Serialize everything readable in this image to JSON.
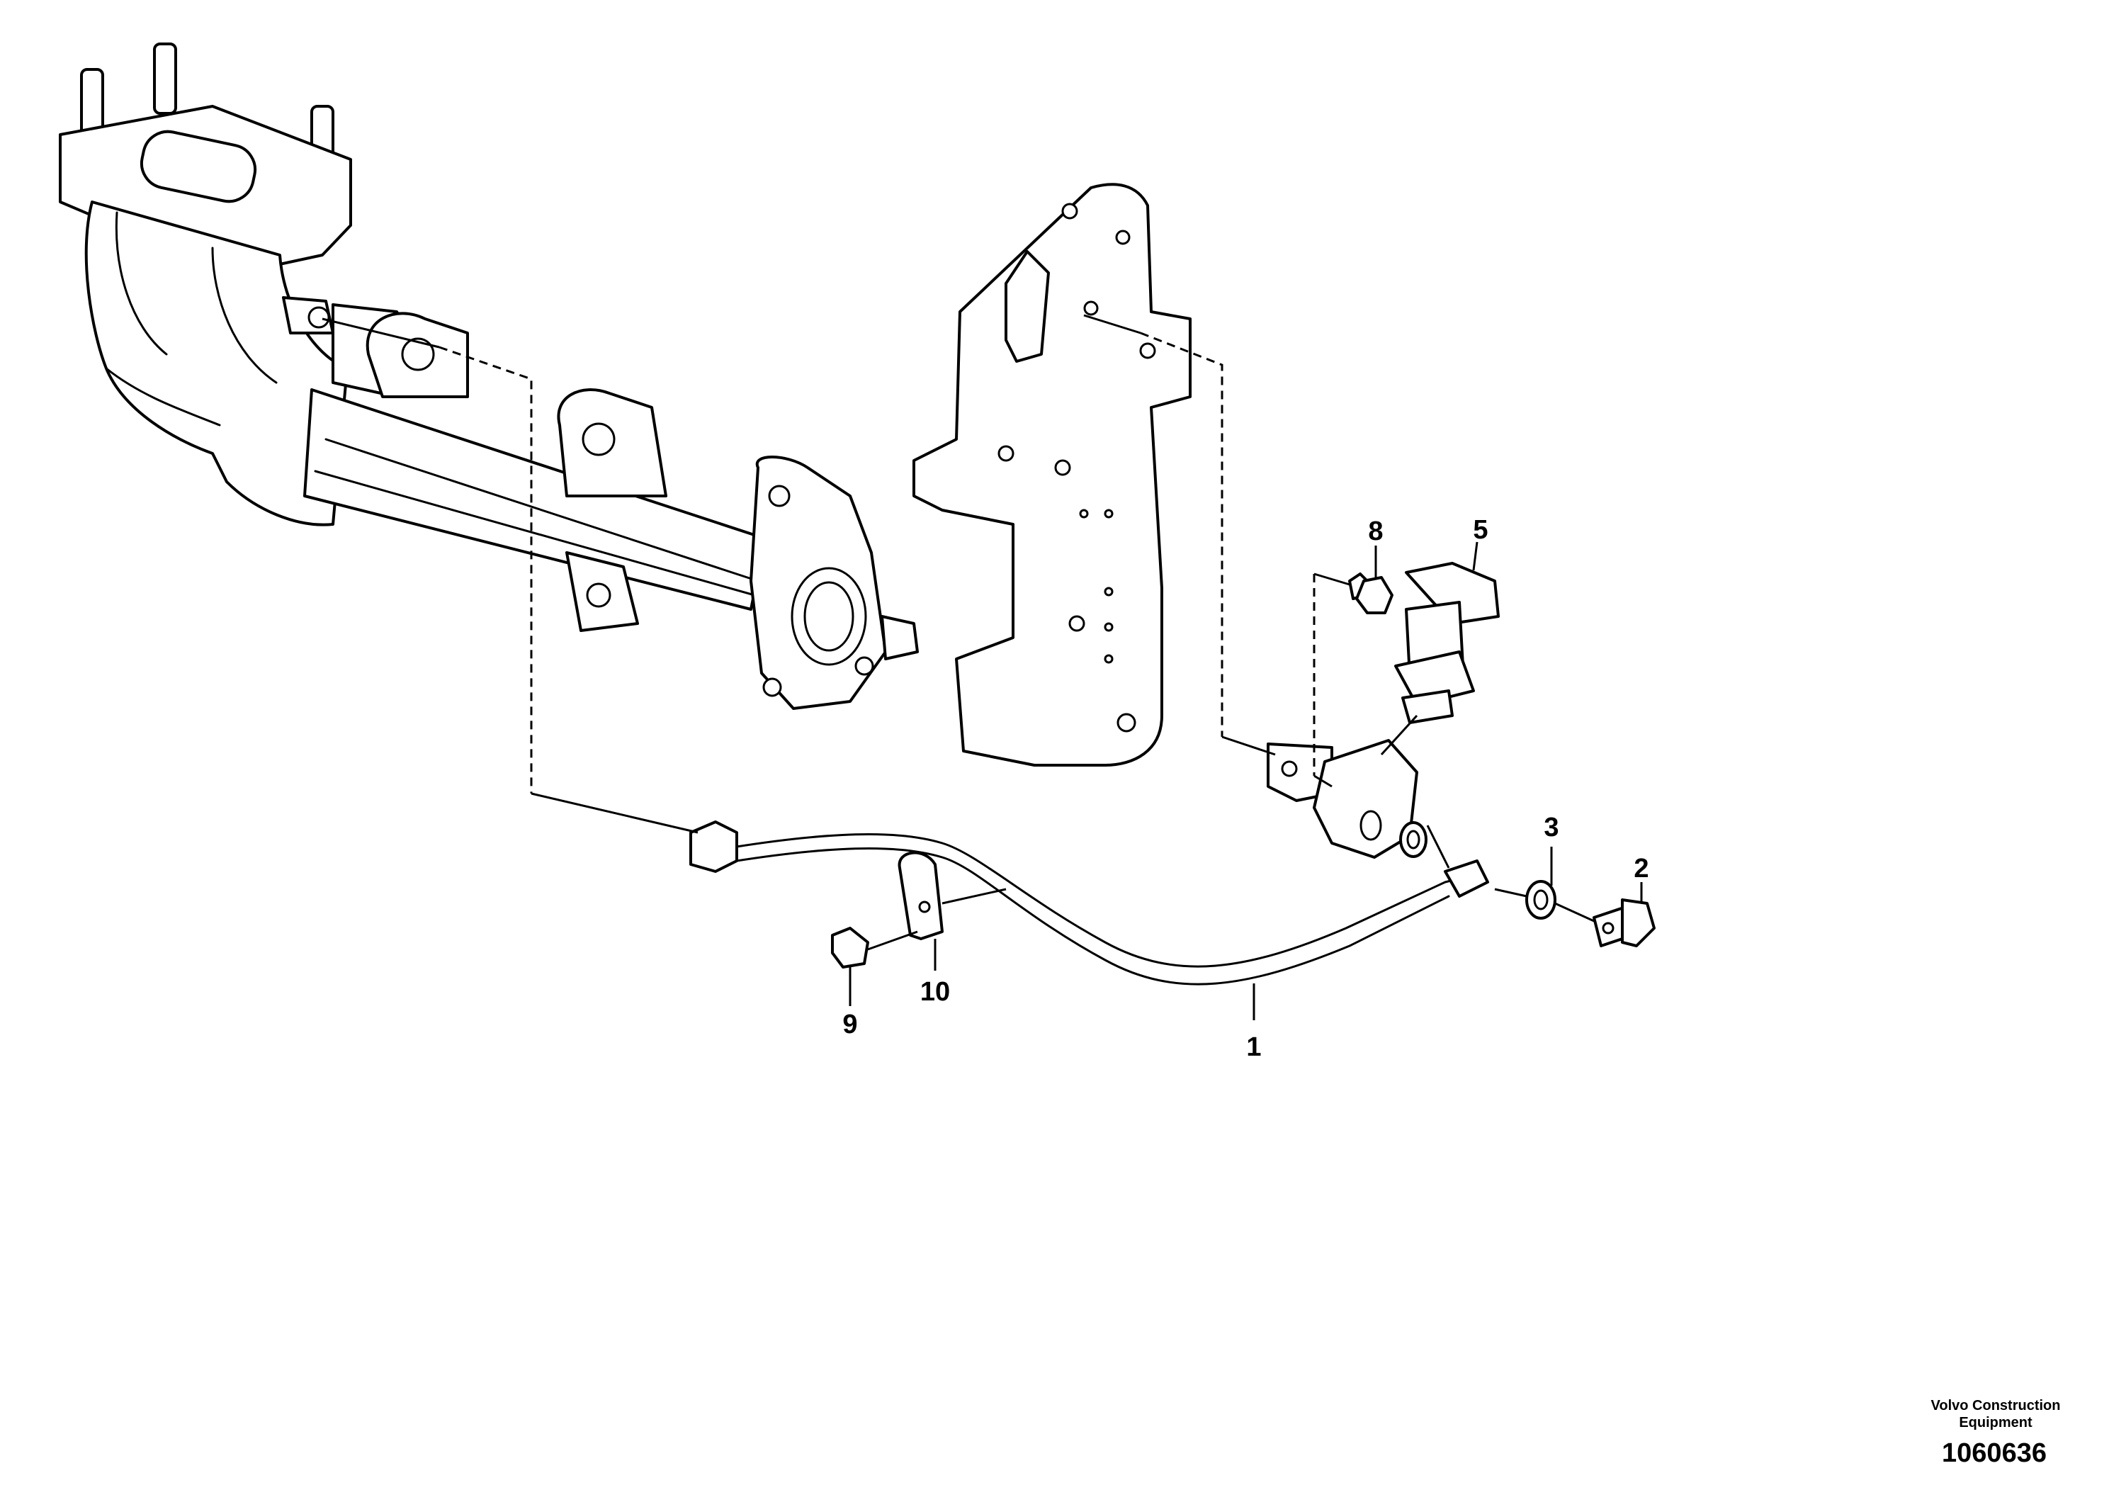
{
  "callouts": {
    "c1": "1",
    "c2": "2",
    "c3": "3",
    "c5": "5",
    "c8": "8",
    "c9": "9",
    "c10": "10"
  },
  "footer": {
    "company_line1": "Volvo Construction",
    "company_line2": "Equipment",
    "drawing_number": "1060636"
  }
}
